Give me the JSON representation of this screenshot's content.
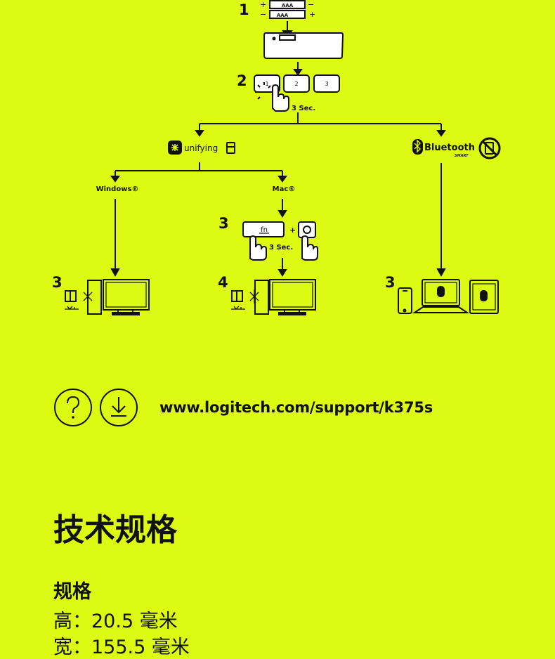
{
  "colors": {
    "background": "#dcfa12",
    "ink": "#111111"
  },
  "diagram": {
    "steps": {
      "batteries": "1",
      "select_channel": "2",
      "windows_connect": "3",
      "mac_keys": "3",
      "mac_connect": "4",
      "bluetooth_connect": "3"
    },
    "battery_label": "AAA",
    "battery_plus": "+",
    "battery_minus": "−",
    "channel_keys": [
      "1",
      "2",
      "3"
    ],
    "hold_time": "3 Sec.",
    "unifying_label": "unifying",
    "bluetooth_label": "Bluetooth",
    "bluetooth_smart": "SMART",
    "windows_label": "Windows®",
    "mac_label": "Mac®",
    "fn_key": "fn",
    "plus": "+",
    "icons": [
      "battery-icon",
      "keyboard-icon",
      "hand-press-icon",
      "unifying-logo-icon",
      "receiver-icon",
      "bluetooth-logo-icon",
      "no-receiver-icon",
      "desktop-computer-icon",
      "usb-icon",
      "phone-icon",
      "laptop-icon",
      "tablet-icon"
    ]
  },
  "support": {
    "help_icon": "question-circle-icon",
    "download_icon": "download-circle-icon",
    "url": "www.logitech.com/support/k375s"
  },
  "specs": {
    "title": "技术规格",
    "subtitle": "规格",
    "lines": [
      "高：20.5 毫米",
      "宽：155.5 毫米"
    ]
  }
}
